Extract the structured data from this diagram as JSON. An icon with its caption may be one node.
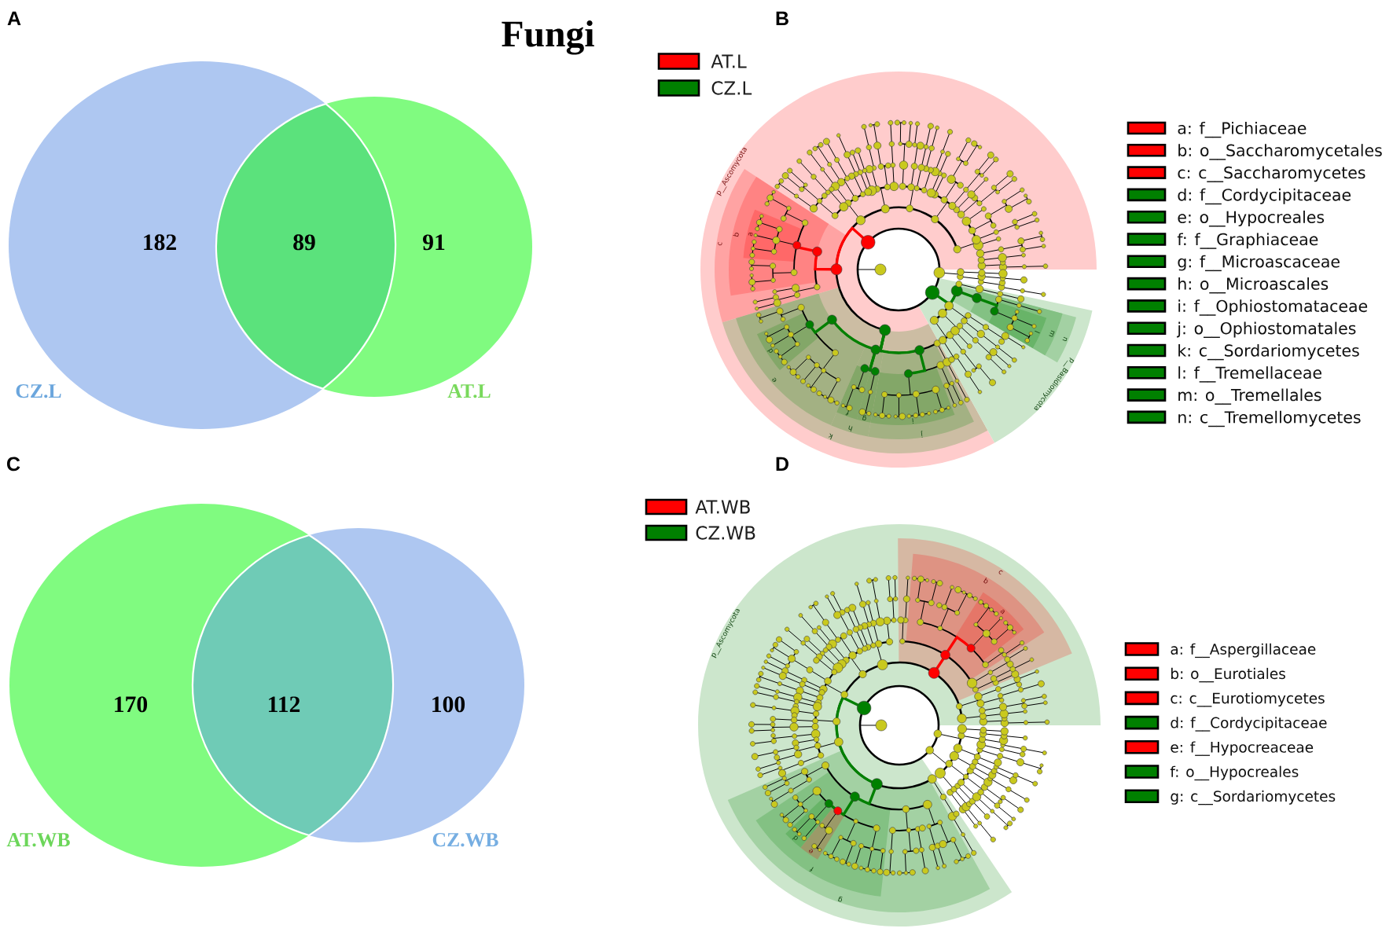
{
  "diagram": {
    "title": "Fungi",
    "labels": [
      "A",
      "182",
      "89",
      "91",
      "CZ.L",
      "AT.L",
      "B",
      "p__Ascomycota",
      "c",
      "b",
      "a",
      "d",
      "e",
      "k",
      "h",
      "f",
      "g",
      "i",
      "j",
      "p__Basidiomycota",
      "l",
      "m",
      "n",
      "C",
      "170",
      "112",
      "100",
      "AT.WB",
      "CZ.WB",
      "D",
      "p__Ascomycota",
      "c",
      "b",
      "a",
      "d",
      "e",
      "f",
      "g"
    ],
    "legend": [
      {
        "text": "AT.L",
        "color": "#ff0000"
      },
      {
        "text": "CZ.L",
        "color": "#008000"
      },
      {
        "text": "a: f__Pichiaceae",
        "color": "#ff0000"
      },
      {
        "text": "b: o__Saccharomycetales",
        "color": "#ff0000"
      },
      {
        "text": "c: c__Saccharomycetes",
        "color": "#ff0000"
      },
      {
        "text": "d: f__Cordycipitaceae",
        "color": "#008000"
      },
      {
        "text": "e: o__Hypocreales",
        "color": "#008000"
      },
      {
        "text": "f: f__Graphiaceae",
        "color": "#008000"
      },
      {
        "text": "g: f__Microascaceae",
        "color": "#008000"
      },
      {
        "text": "h: o__Microascales",
        "color": "#008000"
      },
      {
        "text": "i: f__Ophiostomataceae",
        "color": "#008000"
      },
      {
        "text": "j: o__Ophiostomatales",
        "color": "#008000"
      },
      {
        "text": "k: c__Sordariomycetes",
        "color": "#008000"
      },
      {
        "text": "l: f__Tremellaceae",
        "color": "#008000"
      },
      {
        "text": "m: o__Tremellales",
        "color": "#008000"
      },
      {
        "text": "n: c__Tremellomycetes",
        "color": "#008000"
      },
      {
        "text": "AT.WB",
        "color": "#ff0000"
      },
      {
        "text": "CZ.WB",
        "color": "#008000"
      },
      {
        "text": "a: f__Aspergillaceae",
        "color": "#ff0000"
      },
      {
        "text": "b: o__Eurotiales",
        "color": "#ff0000"
      },
      {
        "text": "c: c__Eurotiomycetes",
        "color": "#ff0000"
      },
      {
        "text": "d: f__Cordycipitaceae",
        "color": "#008000"
      },
      {
        "text": "e: f__Hypocreaceae",
        "color": "#ff0000"
      },
      {
        "text": "f: o__Hypocreales",
        "color": "#008000"
      },
      {
        "text": "g: c__Sordariomycetes",
        "color": "#008000"
      }
    ]
  }
}
